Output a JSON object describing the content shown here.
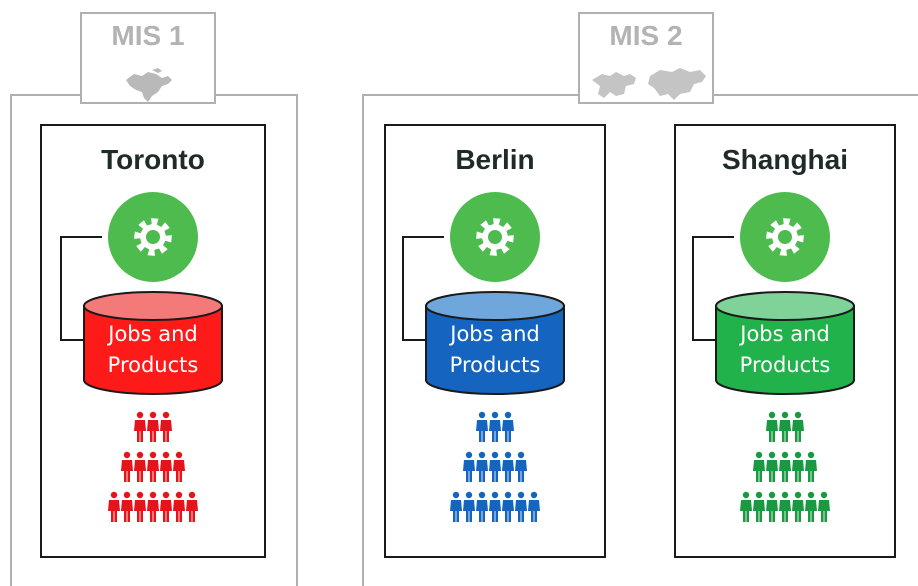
{
  "groups": [
    {
      "id": "mis1",
      "title": "MIS 1",
      "map_icon": "north-america-map-icon"
    },
    {
      "id": "mis2",
      "title": "MIS 2",
      "map_icon": "europe-asia-map-icon"
    }
  ],
  "cities": [
    {
      "name": "Toronto",
      "db_line1": "Jobs and",
      "db_line2": "Products",
      "color": "#ff1a1a",
      "color_top": "#f47a7a",
      "people_color": "#e5141b"
    },
    {
      "name": "Berlin",
      "db_line1": "Jobs and",
      "db_line2": "Products",
      "color": "#1565c0",
      "color_top": "#6fa7dd",
      "people_color": "#1565c0"
    },
    {
      "name": "Shanghai",
      "db_line1": "Jobs and",
      "db_line2": "Products",
      "color": "#22b24c",
      "color_top": "#7fd399",
      "people_color": "#1a9a40"
    }
  ],
  "colors": {
    "gear_circle": "#4dbb4d",
    "frame": "#b0b0b0",
    "box_border": "#1a1a1a"
  },
  "icons": {
    "service": "gear-icon",
    "database": "database-cylinder-icon",
    "people": "people-pyramid-icon"
  }
}
